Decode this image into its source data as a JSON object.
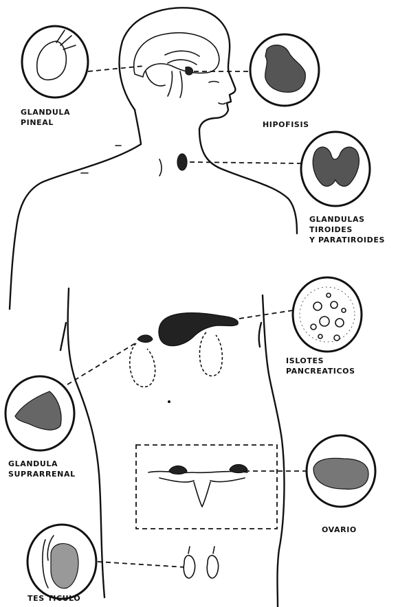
{
  "labels": {
    "pineal": [
      "GLANDULA",
      "PINEAL"
    ],
    "hipofisis": [
      "HIPOFISIS"
    ],
    "tiroides": [
      "GLANDULAS",
      "TIROIDES",
      "Y PARATIROIDES"
    ],
    "islotes": [
      "ISLOTES",
      "PANCREATICOS"
    ],
    "suprarrenal": [
      "GLANDULA",
      "SUPRARRENAL"
    ],
    "ovario": [
      "OVARIO"
    ],
    "testiculo": [
      "TES TICULO"
    ]
  },
  "icons": {
    "pineal": "pineal-gland-icon",
    "hipofisis": "pituitary-gland-icon",
    "tiroides": "thyroid-gland-icon",
    "islotes": "pancreatic-islets-icon",
    "suprarrenal": "adrenal-gland-icon",
    "ovario": "ovary-icon",
    "testiculo": "testicle-icon"
  },
  "colors": {
    "ink": "#111111",
    "background": "#ffffff"
  }
}
